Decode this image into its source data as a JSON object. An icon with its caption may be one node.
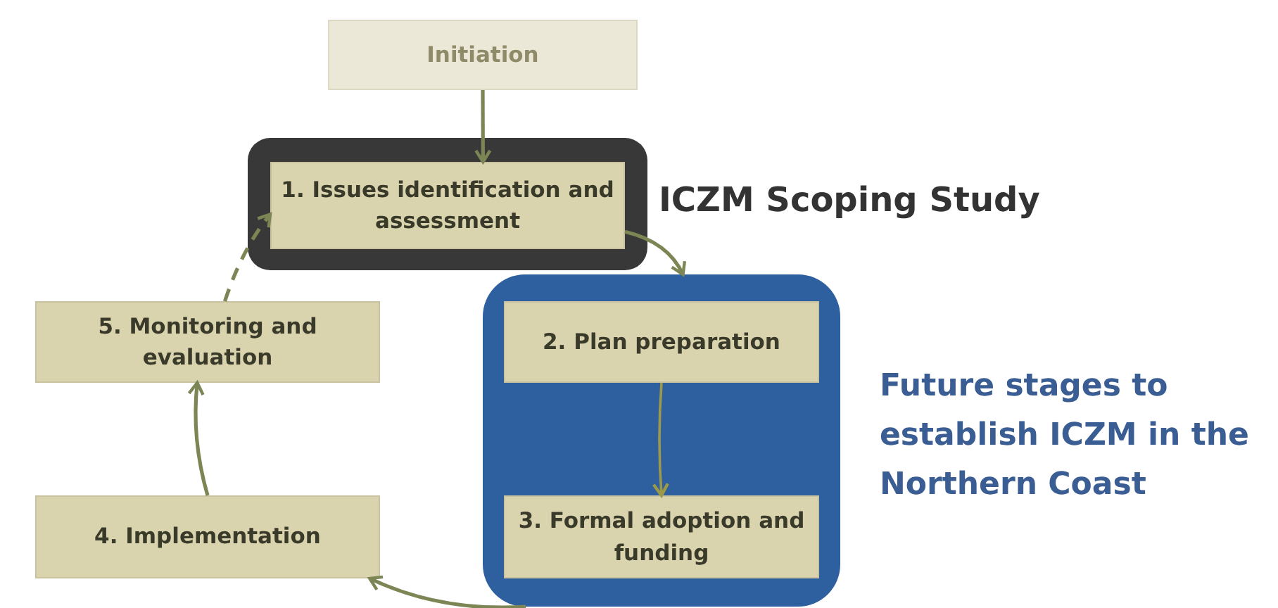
{
  "diagram": {
    "nodes": [
      {
        "text": [
          "Initiation"
        ]
      },
      {
        "text": [
          "ICZM Scoping Study"
        ]
      },
      {
        "text": [
          "1. Issues identification and assessment"
        ],
        "in": 1
      },
      {
        "text": [
          "Future stages to establish ICZM in the Northern Coast"
        ]
      },
      {
        "text": [
          "2. Plan preparation"
        ],
        "in": 3
      },
      {
        "text": [
          "3. Formal adoption and funding"
        ],
        "in": 3
      },
      {
        "text": [
          "4. Implementation"
        ]
      },
      {
        "text": [
          "5. Monitoring and evaluation"
        ]
      }
    ],
    "edges": [
      {
        "from": 0,
        "to": 2,
        "arrow": "to"
      },
      {
        "from": 2,
        "to": 3,
        "arrow": "to"
      },
      {
        "from": 4,
        "to": 5,
        "arrow": "to"
      },
      {
        "from": 3,
        "to": 6,
        "arrow": "to"
      },
      {
        "from": 6,
        "to": 7,
        "arrow": "to"
      },
      {
        "from": 7,
        "to": 2,
        "arrow": "to",
        "style": "dashed"
      }
    ]
  }
}
